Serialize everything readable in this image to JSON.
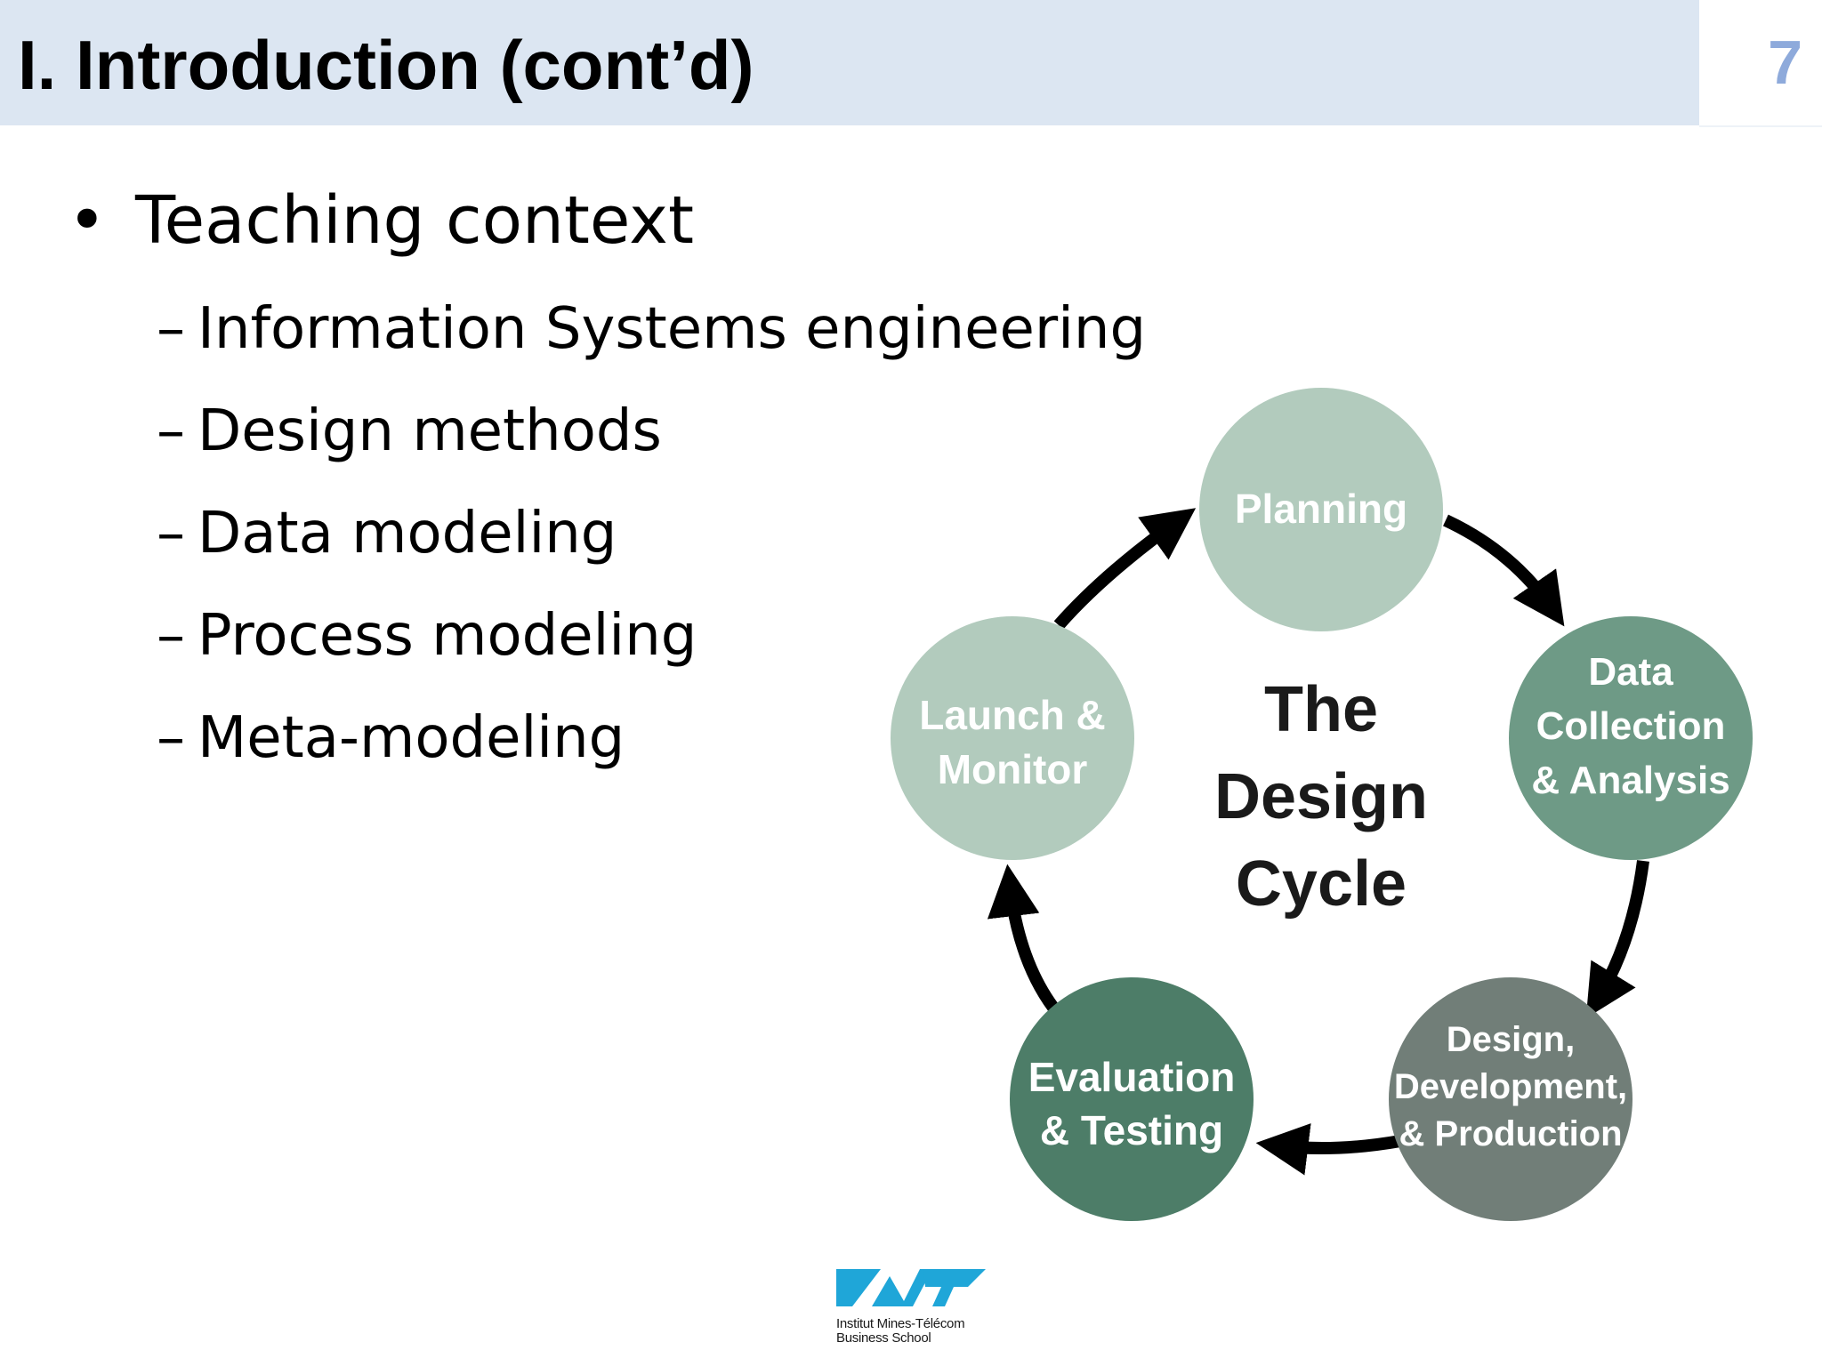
{
  "header": {
    "title": "I. Introduction (cont’d)",
    "slide_number": "7"
  },
  "content": {
    "bullet": "•",
    "main_item": "Teaching context",
    "dash": "–",
    "sub_items": [
      "Information Systems engineering",
      "Design methods",
      "Data modeling",
      "Process modeling",
      "Meta-modeling"
    ]
  },
  "diagram": {
    "center": [
      "The",
      "Design",
      "Cycle"
    ],
    "stages": {
      "planning": [
        "Planning"
      ],
      "data": [
        "Data",
        "Collection",
        "& Analysis"
      ],
      "design": [
        "Design,",
        "Development,",
        "& Production"
      ],
      "evaluation": [
        "Evaluation",
        "& Testing"
      ],
      "launch": [
        "Launch &",
        "Monitor"
      ]
    },
    "colors": {
      "planning": "#b2cbbd",
      "launch": "#b2cbbd",
      "data": "#6e9a86",
      "design": "#717e78",
      "evaluation": "#4d7d68",
      "arrow": "#000000"
    }
  },
  "footer": {
    "logo_text": [
      "Institut Mines-Télécom",
      "Business School"
    ],
    "logo_color": "#1fa6d8"
  }
}
